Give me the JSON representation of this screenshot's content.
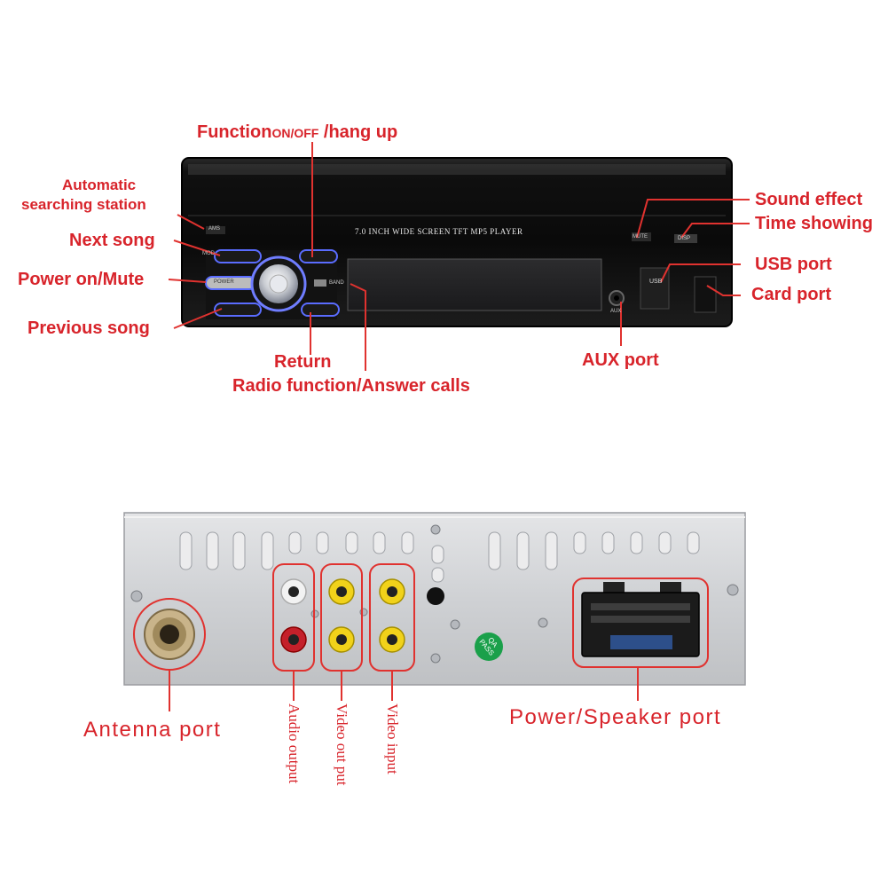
{
  "front_panel": {
    "screen_text": "7.0 INCH WIDE SCREEN TFT  MP5  PLAYER",
    "button_labels": {
      "ams": "AMS",
      "mode": "MOD",
      "power": "POWER",
      "band": "BAND",
      "mute": "MUTE",
      "disp": "DISP",
      "usb": "USB",
      "aux": "AUX"
    }
  },
  "labels": {
    "function_main": "Function",
    "function_sub": "ON/OFF",
    "function_tail": " /hang up",
    "auto_line1": "Automatic",
    "auto_line2": "searching station",
    "next_song": "Next song",
    "power_mute": "Power on/Mute",
    "previous_song": "Previous song",
    "return": "Return",
    "radio": "Radio function/Answer calls",
    "sound_effect": "Sound effect",
    "time_showing": "Time showing",
    "usb_port": "USB port",
    "card_port": "Card port",
    "aux_port": "AUX port",
    "antenna_port": "Antenna port",
    "audio_output": "Audio output",
    "video_output": "Video out put",
    "video_input": "Video input",
    "power_speaker_port": "Power/Speaker  port",
    "qa_pass_line1": "QA",
    "qa_pass_line2": "PASS"
  },
  "colors": {
    "annotation": "#d8242b",
    "callout": "#e0322f",
    "panel_black": "#0e0e0e",
    "chassis_silver": "#d4d6d8"
  }
}
